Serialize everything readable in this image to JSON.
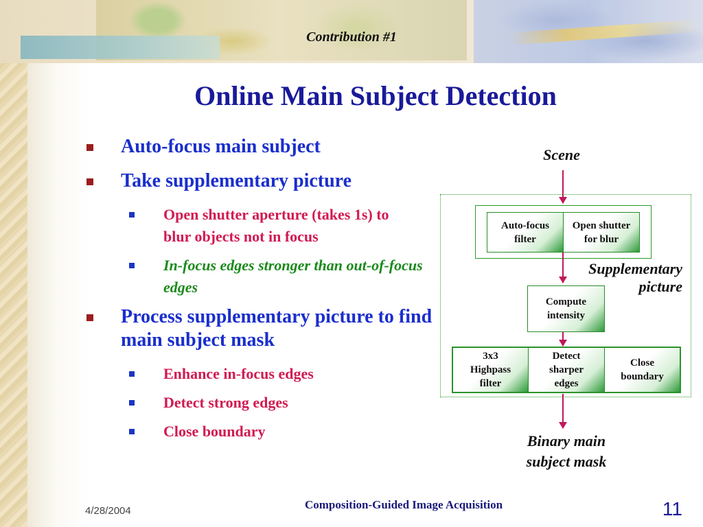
{
  "header": {
    "contribution": "Contribution #1"
  },
  "title": "Online Main Subject Detection",
  "bullets": {
    "b1": "Auto-focus main subject",
    "b2": "Take supplementary picture",
    "b2_sub1": "Open shutter aperture (takes 1s) to blur objects not in focus",
    "b2_sub2": "In-focus edges stronger than out-of-focus edges",
    "b3": "Process supplementary picture to find main subject mask",
    "b3_sub1": "Enhance in-focus edges",
    "b3_sub2": "Detect strong edges",
    "b3_sub3": "Close boundary"
  },
  "diagram": {
    "scene": "Scene",
    "autofocus_filter": [
      "Auto-focus",
      "filter"
    ],
    "open_shutter": [
      "Open shutter",
      "for blur"
    ],
    "supplementary_picture": [
      "Supplementary",
      "picture"
    ],
    "compute_intensity": [
      "Compute",
      "intensity"
    ],
    "highpass_filter": [
      "3x3",
      "Highpass",
      "filter"
    ],
    "detect_edges": [
      "Detect",
      "sharper",
      "edges"
    ],
    "close_boundary": [
      "Close",
      "boundary"
    ],
    "output": [
      "Binary main",
      "subject mask"
    ]
  },
  "footer": {
    "date": "4/28/2004",
    "center": "Composition-Guided Image Acquisition",
    "page": "11"
  },
  "colors": {
    "title": "#1a1a9a",
    "bullet_l1": "#1a2ecc",
    "bullet_red": "#d11a52",
    "bullet_green": "#1a8a1a",
    "arrow": "#c2185b",
    "box_border": "#2a8a2a"
  }
}
